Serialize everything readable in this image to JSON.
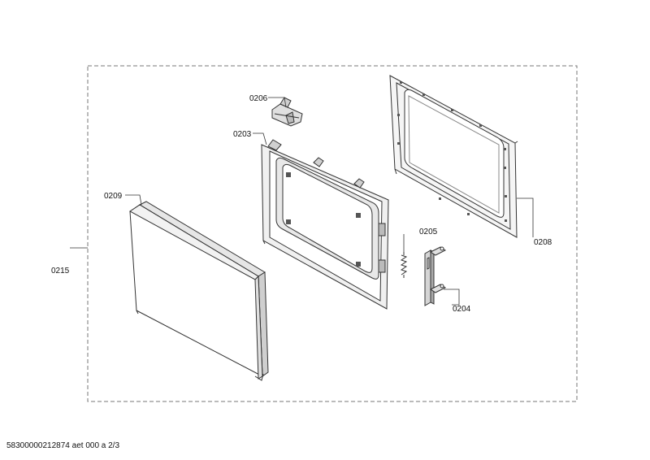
{
  "diagram": {
    "assembly_label": "0215",
    "parts": [
      {
        "id": "part-0206",
        "label": "0206"
      },
      {
        "id": "part-0203",
        "label": "0203"
      },
      {
        "id": "part-0209",
        "label": "0209"
      },
      {
        "id": "part-0205",
        "label": "0205"
      },
      {
        "id": "part-0204",
        "label": "0204"
      },
      {
        "id": "part-0208",
        "label": "0208"
      }
    ]
  },
  "footer": {
    "doc_ref": "58300000212874 aet 000 a 2/3"
  },
  "colors": {
    "line": "#333333",
    "shade": "#d9d9d9",
    "dash": "#666666"
  }
}
